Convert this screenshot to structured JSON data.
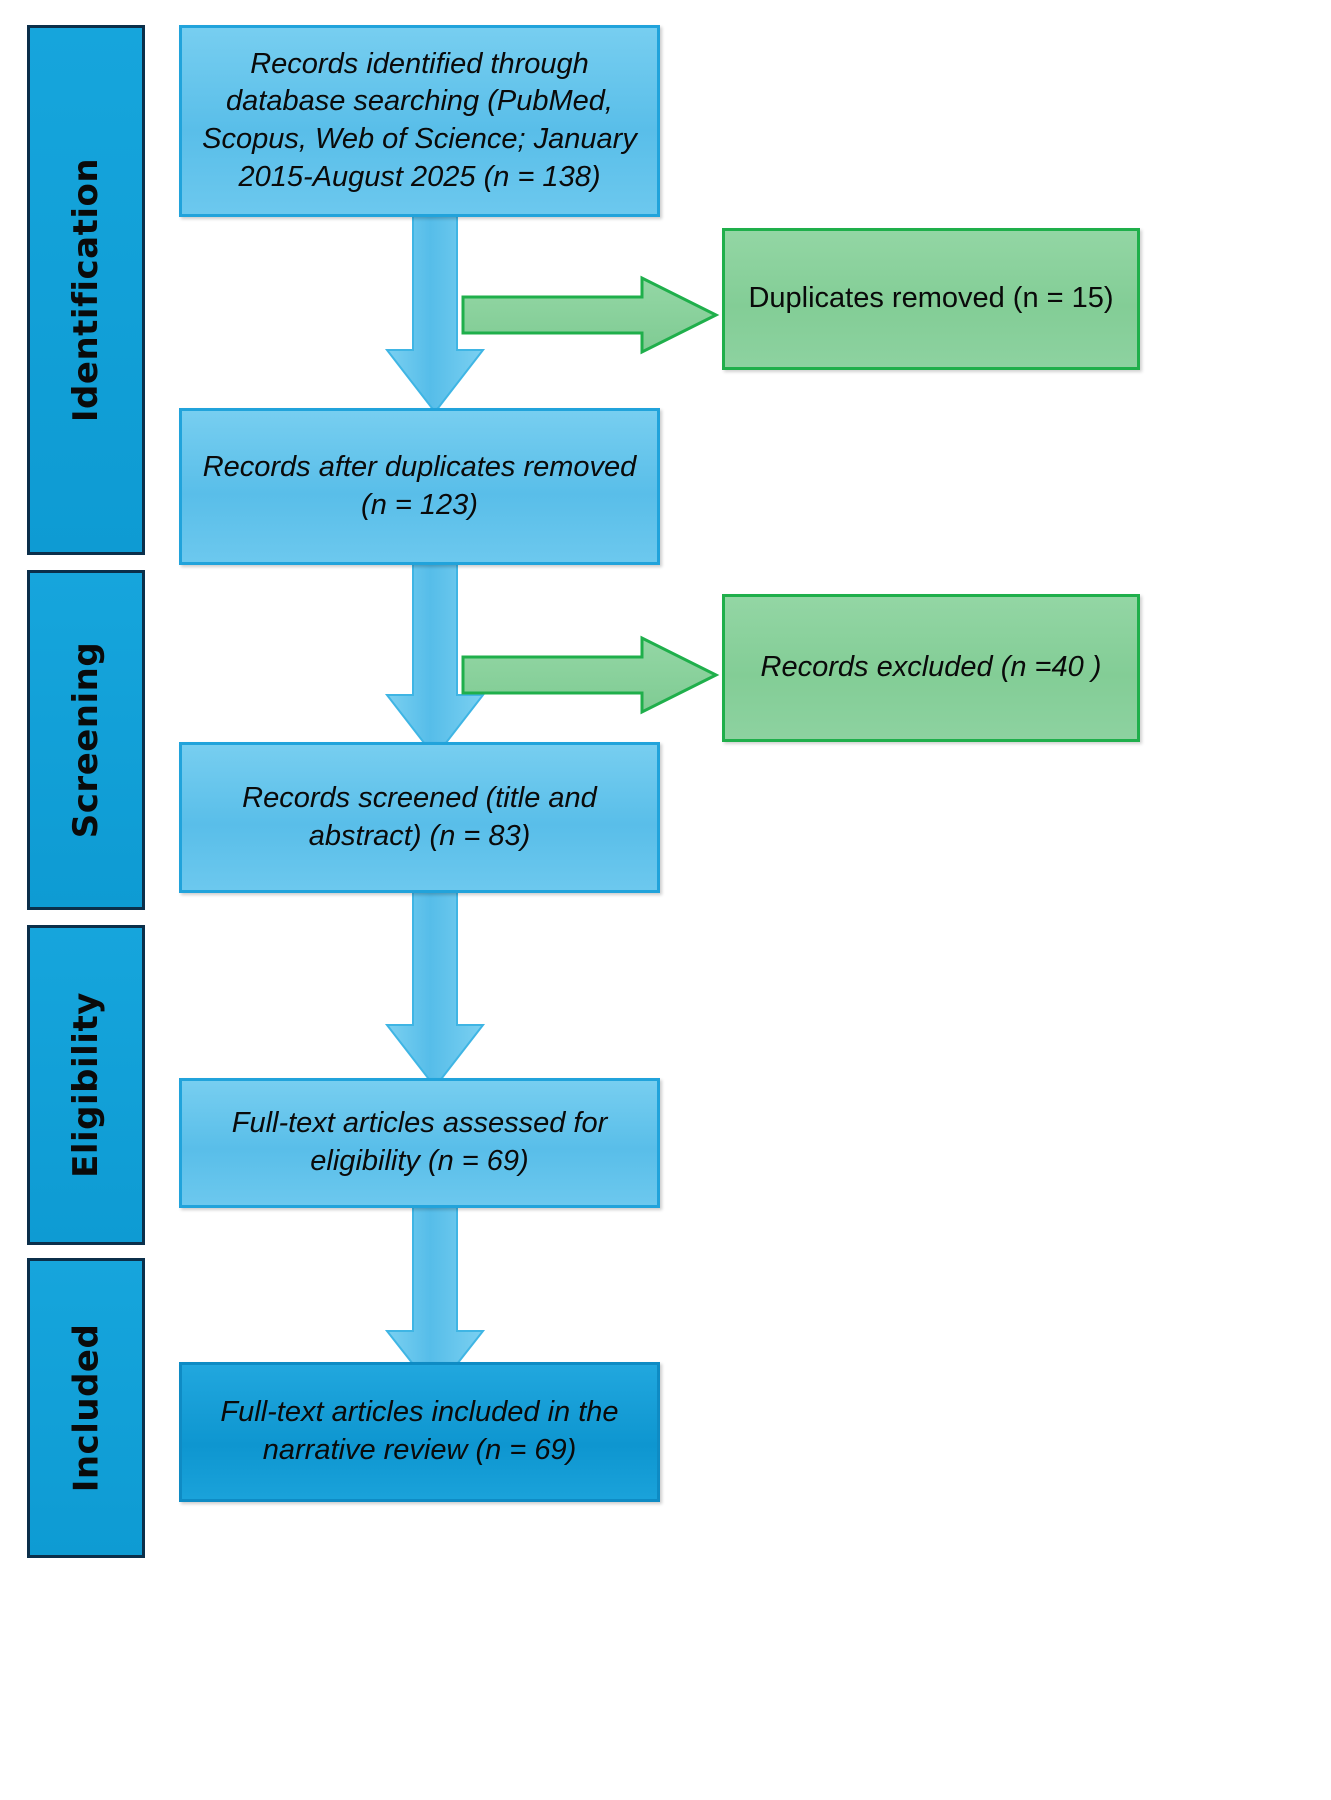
{
  "diagram": {
    "title": "PRISMA flow diagram",
    "colors": {
      "stage_label_fill": "#0E9BD3",
      "stage_label_border": "#0b2f4a",
      "box_light_blue": "#59BEE9",
      "box_light_blue_border": "#21A3DB",
      "box_dark_blue": "#0E96D0",
      "box_dark_blue_border": "#0E8BC4",
      "green_fill": "#83CD96",
      "green_border": "#1FAF4B",
      "arrow_blue": "#62C4EC",
      "text": "#0a0a0a"
    },
    "stages": [
      {
        "id": "identification",
        "label": "Identification"
      },
      {
        "id": "screening",
        "label": "Screening"
      },
      {
        "id": "eligibility",
        "label": "Eligibility"
      },
      {
        "id": "included",
        "label": "Included"
      }
    ],
    "flow_boxes": [
      {
        "id": "records-identified",
        "text": "Records identified through database searching (PubMed, Scopus, Web of Science; January 2015-August 2025 (n = 138)",
        "n": 138
      },
      {
        "id": "records-after-duplicates",
        "text": "Records after duplicates removed (n = 123)",
        "n": 123
      },
      {
        "id": "records-screened",
        "text": "Records screened (title and abstract) (n = 83)",
        "n": 83
      },
      {
        "id": "full-text-assessed",
        "text": "Full-text articles assessed for eligibility (n = 69)",
        "n": 69
      },
      {
        "id": "full-text-included",
        "text": "Full-text articles included in the narrative review (n = 69)",
        "n": 69
      }
    ],
    "exclusion_boxes": [
      {
        "id": "duplicates-removed",
        "text": "Duplicates removed (n = 15)",
        "n": 15,
        "italic": false
      },
      {
        "id": "records-excluded",
        "text": "Records excluded (n =40 )",
        "n": 40,
        "italic": true
      }
    ],
    "connectors": [
      {
        "id": "arrow-down-1",
        "direction": "down",
        "kind": "blue-block-arrow"
      },
      {
        "id": "arrow-right-1",
        "direction": "right",
        "kind": "green-outline-arrow"
      },
      {
        "id": "arrow-down-2",
        "direction": "down",
        "kind": "blue-block-arrow"
      },
      {
        "id": "arrow-right-2",
        "direction": "right",
        "kind": "green-outline-arrow"
      },
      {
        "id": "arrow-down-3",
        "direction": "down",
        "kind": "blue-block-arrow"
      },
      {
        "id": "arrow-down-4",
        "direction": "down",
        "kind": "blue-block-arrow"
      }
    ]
  }
}
